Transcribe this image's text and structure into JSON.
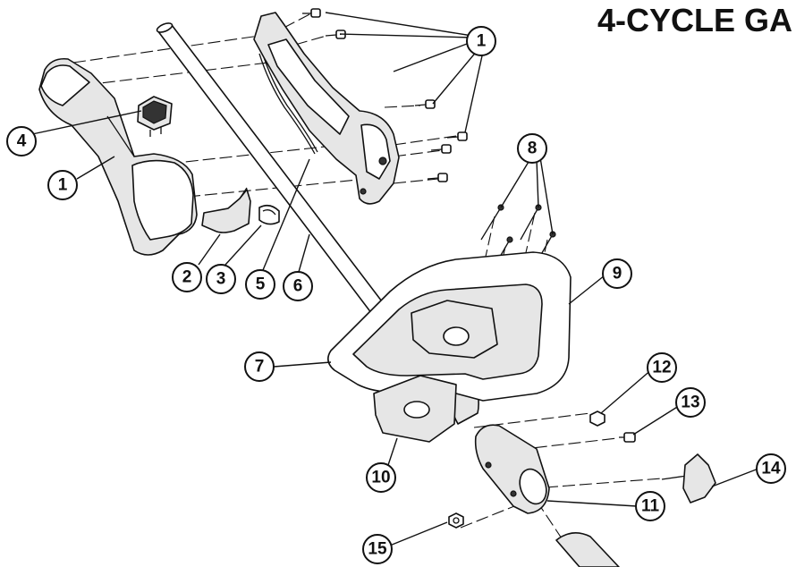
{
  "title": "4-CYCLE GA",
  "callouts": [
    {
      "id": "c1a",
      "label": "1"
    },
    {
      "id": "c1b",
      "label": "1"
    },
    {
      "id": "c2",
      "label": "2"
    },
    {
      "id": "c3",
      "label": "3"
    },
    {
      "id": "c4",
      "label": "4"
    },
    {
      "id": "c5",
      "label": "5"
    },
    {
      "id": "c6",
      "label": "6"
    },
    {
      "id": "c7",
      "label": "7"
    },
    {
      "id": "c8",
      "label": "8"
    },
    {
      "id": "c9",
      "label": "9"
    },
    {
      "id": "c10",
      "label": "10"
    },
    {
      "id": "c11",
      "label": "11"
    },
    {
      "id": "c12",
      "label": "12"
    },
    {
      "id": "c13",
      "label": "13"
    },
    {
      "id": "c14",
      "label": "14"
    },
    {
      "id": "c15",
      "label": "15"
    }
  ]
}
